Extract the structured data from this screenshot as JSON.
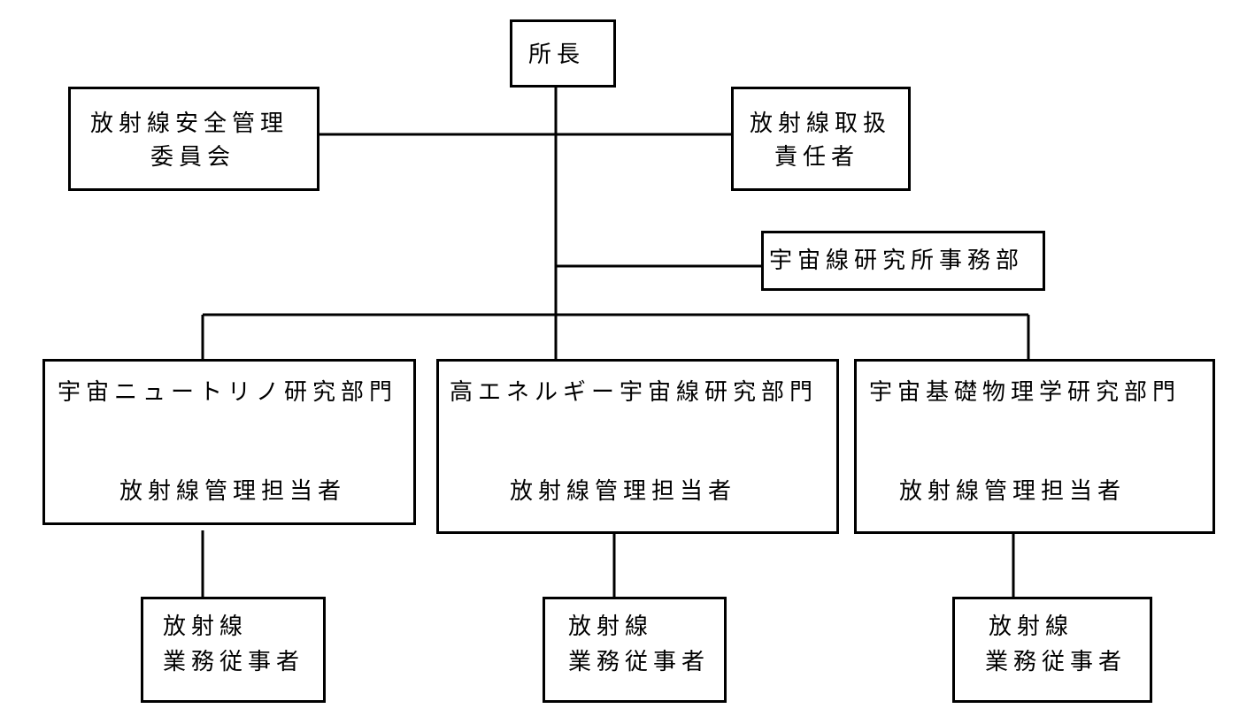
{
  "director": "所長",
  "committee": {
    "line1": "放射線安全管理",
    "line2": "委員会"
  },
  "supervisor": {
    "line1": "放射線取扱",
    "line2": "責任者"
  },
  "office": "宇宙線研究所事務部",
  "divisions": [
    {
      "name": "宇宙ニュートリノ研究部門",
      "manager": "放射線管理担当者",
      "worker": {
        "line1": "放射線",
        "line2": "業務従事者"
      }
    },
    {
      "name": "高エネルギー宇宙線研究部門",
      "manager": "放射線管理担当者",
      "worker": {
        "line1": "放射線",
        "line2": "業務従事者"
      }
    },
    {
      "name": "宇宙基礎物理学研究部門",
      "manager": "放射線管理担当者",
      "worker": {
        "line1": "放射線",
        "line2": "業務従事者"
      }
    }
  ]
}
